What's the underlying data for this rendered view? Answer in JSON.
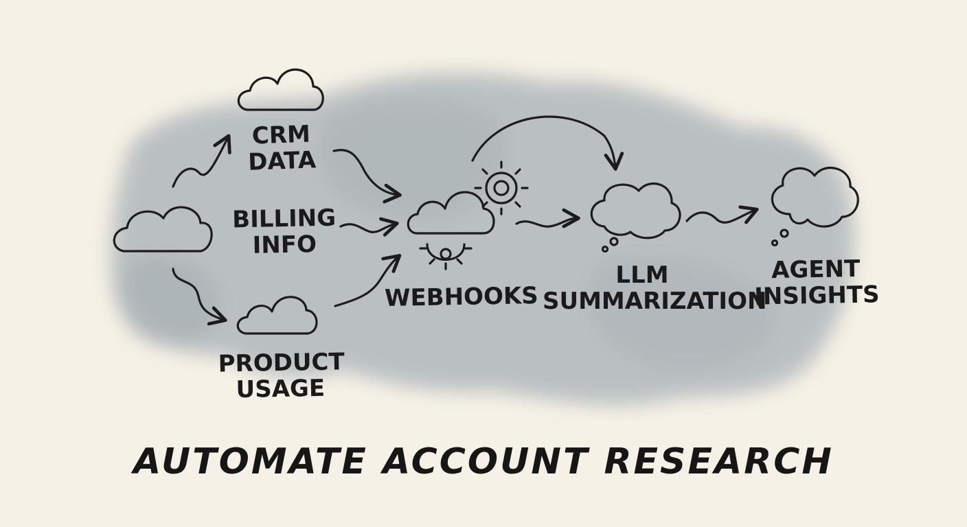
{
  "diagram": {
    "title": "AUTOMATE ACCOUNT RESEARCH",
    "nodes": {
      "crm_data": [
        "CRM",
        "DATA"
      ],
      "billing_info": [
        "BILLING",
        "INFO"
      ],
      "product_usage": [
        "PRODUCT",
        "USAGE"
      ],
      "webhooks": "WEBHOOKS",
      "llm_summarization": [
        "LLM",
        "SUMMARIZATION"
      ],
      "agent_insights": [
        "AGENT",
        "INSIGHTS"
      ]
    },
    "icons": [
      "source-cloud-icon",
      "crm-cloud-icon",
      "product-cloud-icon",
      "webhooks-cloud-icon",
      "gear-icon",
      "llm-thought-cloud-icon",
      "agent-thought-cloud-icon"
    ],
    "colors": {
      "ink": "#1c1c1c",
      "paper": "#f6f1e6",
      "wash": "#8a99a6"
    }
  }
}
